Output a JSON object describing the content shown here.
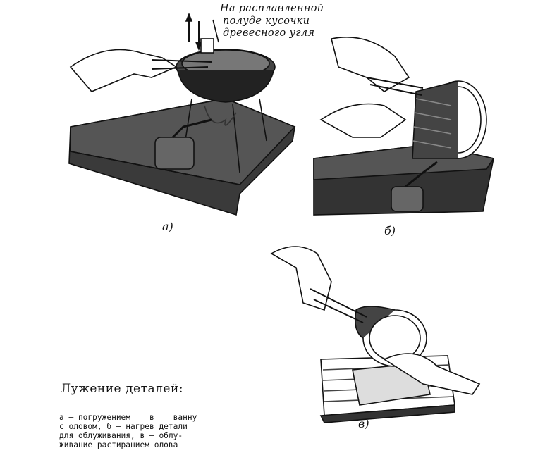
{
  "annotation": {
    "lines": [
      "На расплавленной",
      "полуде кусочки",
      "древесного угля"
    ]
  },
  "panels": [
    {
      "label": "а)"
    },
    {
      "label": "б)"
    },
    {
      "label": "в)"
    }
  ],
  "caption": {
    "title": "Лужение деталей:",
    "lines": [
      "а — погружением    в    ванну",
      "с оловом, б — нагрев детали",
      "для облуживания, в — облу-",
      "живание растиранием олова"
    ]
  }
}
